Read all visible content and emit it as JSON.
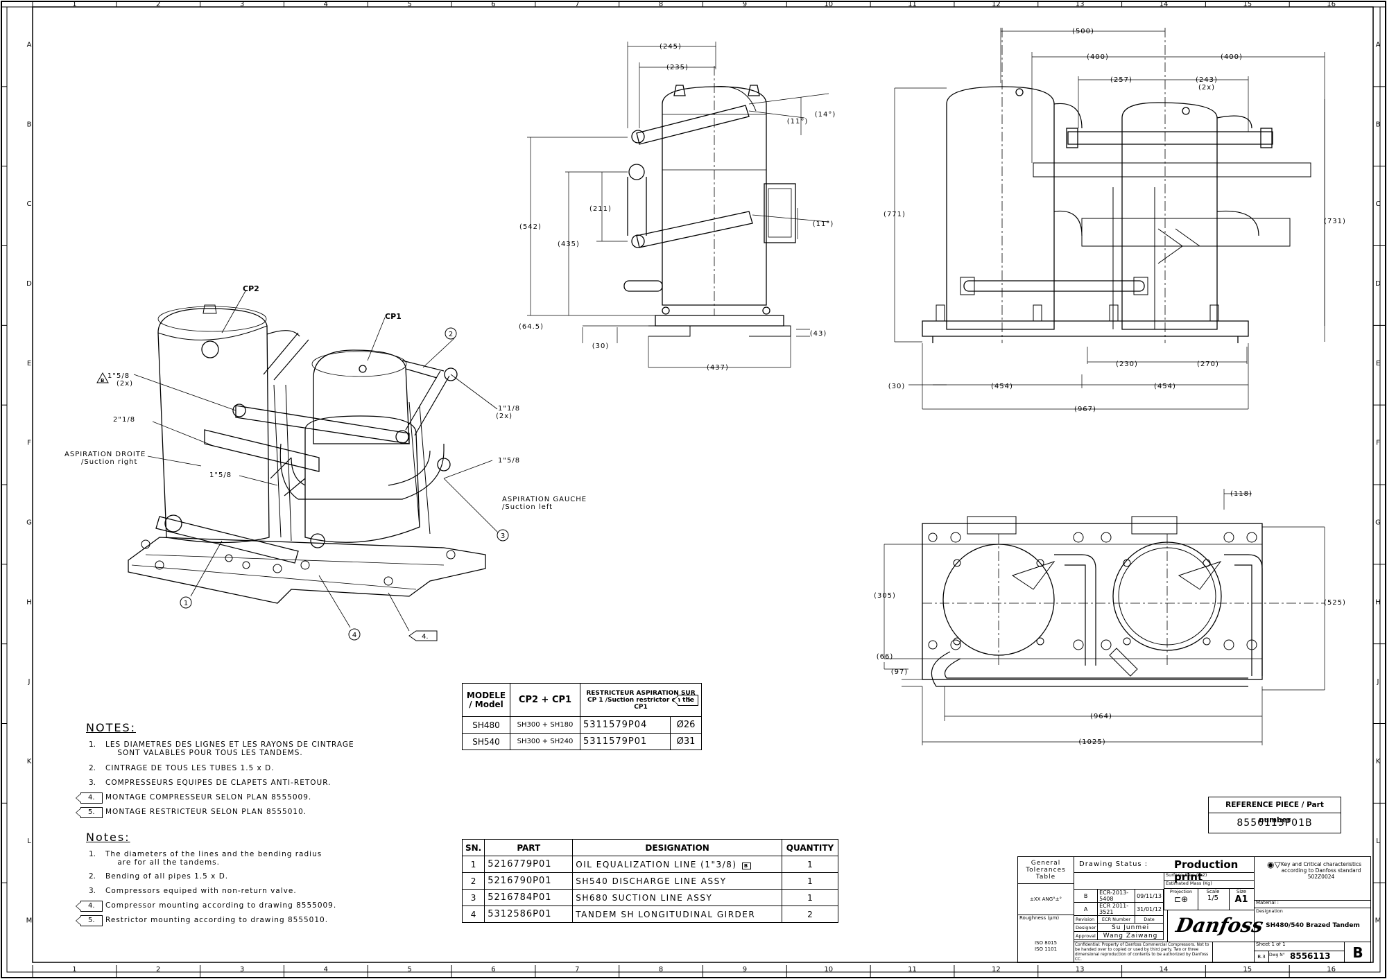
{
  "frame": {
    "col_labels": [
      "1",
      "2",
      "3",
      "4",
      "5",
      "6",
      "7",
      "8",
      "9",
      "10",
      "11",
      "12",
      "13",
      "14",
      "15",
      "16"
    ],
    "row_labels": [
      "A",
      "B",
      "C",
      "D",
      "E",
      "F",
      "G",
      "H",
      "J",
      "K",
      "L",
      "M"
    ]
  },
  "iso_view": {
    "cp2": "CP2",
    "cp1": "CP1",
    "callouts": [
      "1",
      "2",
      "3",
      "4"
    ],
    "labels": {
      "pipe_158_2x": "1\"5/8",
      "pipe_158_2x_qty": "(2x)",
      "pipe_218": "2\"1/8",
      "aspiration_droite": "ASPIRATION DROITE",
      "suction_right": "/Suction right",
      "pipe_158": "1\"5/8",
      "pipe_118": "1\"1/8",
      "pipe_118_qty": "(2x)",
      "pipe_158_right": "1\"5/8",
      "aspiration_gauche": "ASPIRATION GAUCHE",
      "suction_left": "/Suction left",
      "flag_b": "B",
      "flag_4": "4."
    }
  },
  "side_view": {
    "dims": [
      "(245)",
      "(235)",
      "(11°)",
      "(14°)",
      "(211)",
      "(542)",
      "(435)",
      "(11°)",
      "(64.5)",
      "(30)",
      "(43)",
      "(437)"
    ]
  },
  "front_view": {
    "dims": [
      "(500)",
      "(400)",
      "(400)",
      "(257)",
      "(243)",
      "(2x)",
      "(771)",
      "(731)",
      "(230)",
      "(270)",
      "(30)",
      "(454)",
      "(454)",
      "(967)"
    ]
  },
  "top_view": {
    "dims": [
      "(118)",
      "(305)",
      "(525)",
      "(66)",
      "(97)",
      "(964)",
      "(1025)"
    ]
  },
  "notes_fr": {
    "title": "NOTES:",
    "items": [
      {
        "num": "1.",
        "text": "LES DIAMETRES DES LIGNES ET LES RAYONS DE CINTRAGE\n    SONT VALABLES POUR TOUS LES TANDEMS."
      },
      {
        "num": "2.",
        "text": "CINTRAGE DE TOUS LES TUBES 1.5 x D."
      },
      {
        "num": "3.",
        "text": "COMPRESSEURS EQUIPES DE CLAPETS ANTI-RETOUR."
      },
      {
        "num": "4.",
        "text": "MONTAGE COMPRESSEUR SELON PLAN 8555009.",
        "flag": true
      },
      {
        "num": "5.",
        "text": "MONTAGE RESTRICTEUR SELON PLAN 8555010.",
        "flag": true
      }
    ]
  },
  "notes_en": {
    "title": "Notes:",
    "items": [
      {
        "num": "1.",
        "text": "The diameters of the lines and the bending radius\n    are for all the tandems."
      },
      {
        "num": "2.",
        "text": "Bending of all pipes 1.5 x D."
      },
      {
        "num": "3.",
        "text": "Compressors equiped with non-return valve."
      },
      {
        "num": "4.",
        "text": "Compressor mounting according to drawing 8555009.",
        "flag": true
      },
      {
        "num": "5.",
        "text": "Restrictor mounting according to drawing 8555010.",
        "flag": true
      }
    ]
  },
  "model_table": {
    "headers": [
      "MODELE / Model",
      "CP2 + CP1",
      "RESTRICTEUR ASPIRATION SUR CP 1 /Suction restrictor on the CP1",
      ""
    ],
    "flag": "5.",
    "rows": [
      [
        "SH480",
        "SH300 + SH180",
        "5311579P04",
        "Ø26"
      ],
      [
        "SH540",
        "SH300 + SH240",
        "5311579P01",
        "Ø31"
      ]
    ]
  },
  "parts_table": {
    "headers": [
      "SN.",
      "PART",
      "DESIGNATION",
      "QUANTITY"
    ],
    "rows": [
      [
        "1",
        "5216779P01",
        "OIL EQUALIZATION LINE (1\"3/8)",
        "1"
      ],
      [
        "2",
        "5216790P01",
        "SH540 DISCHARGE LINE ASSY",
        "1"
      ],
      [
        "3",
        "5216784P01",
        "SH680 SUCTION LINE ASSY",
        "1"
      ],
      [
        "4",
        "5312586P01",
        "TANDEM SH LONGITUDINAL GIRDER",
        "2"
      ]
    ],
    "flag": "B"
  },
  "reference": {
    "label": "REFERENCE PIECE / Part number",
    "value": "8556113P01B"
  },
  "title_block": {
    "general_tolerances": "General Tolerances Table",
    "tol": "±XX ANG°±°",
    "roughness": "Roughness (µm)",
    "iso": "ISO 8015\nISO 1101",
    "drawing_status_label": "Drawing Status :",
    "drawing_status": "Production print",
    "surface_area": "Surface Area (m2)",
    "estimated_mass": "Estimated Mass (Kg)",
    "projection": "Projection",
    "scale_label": "Scale",
    "scale": "1/5",
    "size_label": "Size",
    "size": "A1",
    "revisions": [
      [
        "B",
        "ECR-2013-5408",
        "09/11/13"
      ],
      [
        "A",
        "ECR 2011-3521",
        "31/01/12"
      ]
    ],
    "rev_headers": [
      "Revision",
      "ECR Number",
      "Date"
    ],
    "designer_label": "Designer",
    "designer": "Su Junmei",
    "approval_label": "Approval",
    "approval": "Wang Zaiwang",
    "confidential": "Confidential: Property of Danfoss Commercial Compressors. Not to be handed over to copied or used by third party. Two or three dimensional reproduction of contents to be authorized by Danfoss CC.",
    "logo": "Danfoss",
    "key_char": "Key and Critical characteristics according to Danfoss standard 502Z0024",
    "material_label": "Material :",
    "designation_label": "Designation",
    "designation": "SH480/540 Brazed Tandem",
    "sheet": "Sheet 1 of 1",
    "sheet_size": "B.3",
    "dwg_label": "Dwg N°",
    "dwg_no": "8556113",
    "rev": "B"
  }
}
